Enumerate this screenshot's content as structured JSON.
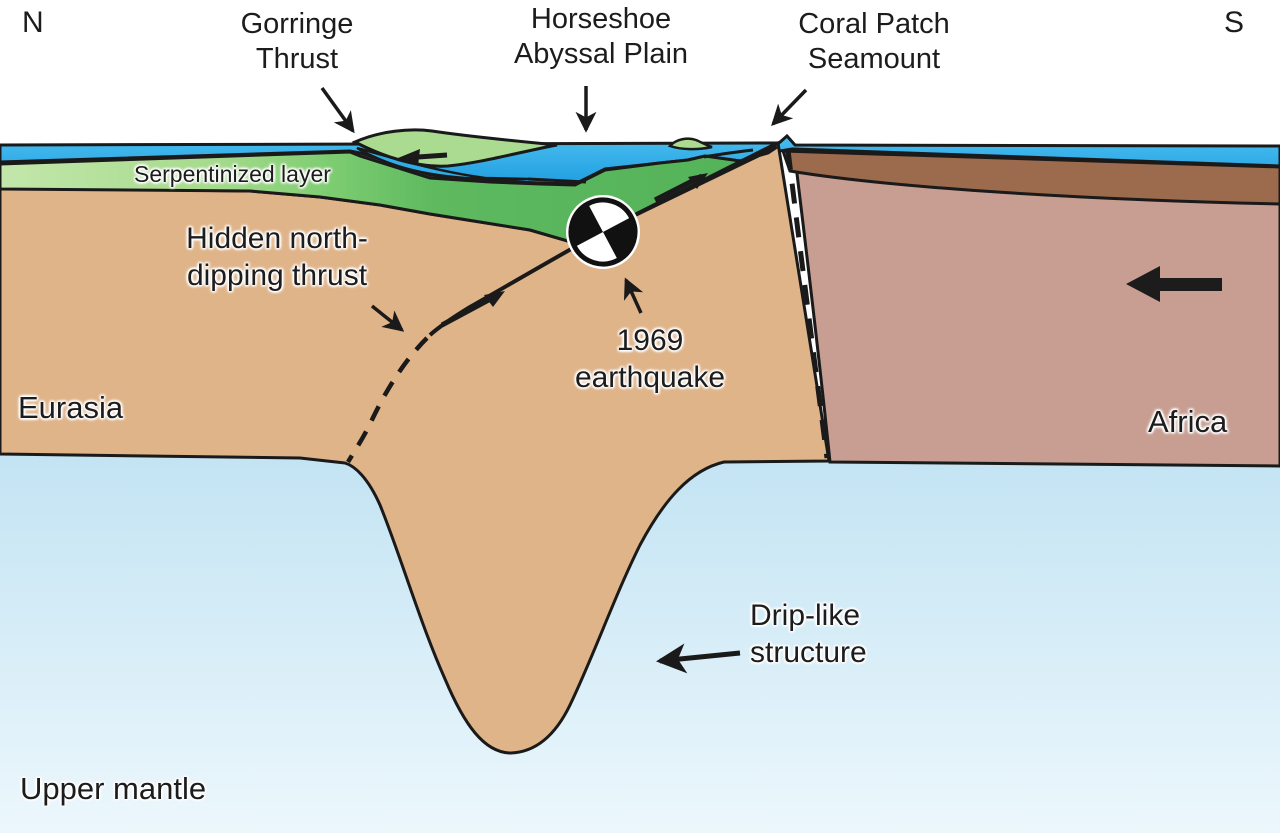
{
  "figure": {
    "type": "geological cross-section",
    "compass": {
      "north": "N",
      "south": "S"
    },
    "labels": {
      "gorringe_thrust": {
        "line1": "Gorringe",
        "line2": "Thrust"
      },
      "horseshoe_abyssal_plain": {
        "line1": "Horseshoe",
        "line2": "Abyssal Plain"
      },
      "coral_patch_seamount": {
        "line1": "Coral Patch",
        "line2": "Seamount"
      },
      "serpentinized_layer": "Serpentinized layer",
      "hidden_thrust": {
        "line1": "Hidden north-",
        "line2": "dipping thrust"
      },
      "earthquake": {
        "line1": "1969",
        "line2": "earthquake"
      },
      "eurasia_plate": "Eurasia",
      "africa_plate": "Africa",
      "drip_structure": {
        "line1": "Drip-like",
        "line2": "structure"
      },
      "upper_mantle": "Upper mantle"
    },
    "icons": {
      "focal_mechanism": "earthquake-beachball-icon",
      "plate_motion": "africa-plate-motion-arrow (points left / northward convergence)",
      "slip_indicators": "half-arrows showing thrust slip up-dip"
    },
    "colors": {
      "ocean_water": "#2fadE8",
      "sediment_green": "#5cb75e",
      "serpentinized_green_light": "#bfe5a6",
      "thrust_flap_green": "#abdb90",
      "eurasia_tan": "#e0b489",
      "africa_crust_brown": "#9c6b4d",
      "africa_lithosphere_mauve": "#c89e92",
      "upper_mantle_blue_top": "#c2e3f3",
      "upper_mantle_blue_bottom": "#ecf7fc",
      "outline_black": "#1a1a1a",
      "background": "#ffffff"
    }
  }
}
